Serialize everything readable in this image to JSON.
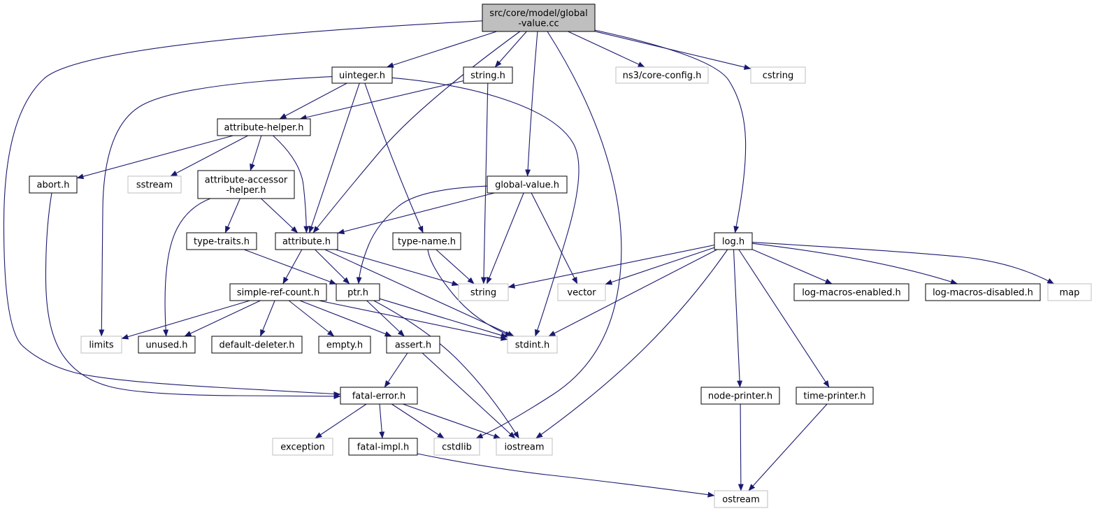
{
  "colors": {
    "edge": "#191970",
    "root_fill": "#bfbfbf",
    "internal_border": "#000000",
    "external_border": "#bfbfbf",
    "external_text": "#404040"
  },
  "nodes": [
    {
      "id": "global-value-cc",
      "lines": [
        "src/core/model/global",
        "-value.cc"
      ],
      "kind": "root"
    },
    {
      "id": "uinteger-h",
      "lines": [
        "uinteger.h"
      ],
      "kind": "internal"
    },
    {
      "id": "string-h",
      "lines": [
        "string.h"
      ],
      "kind": "internal"
    },
    {
      "id": "ns3-core-config-h",
      "lines": [
        "ns3/core-config.h"
      ],
      "kind": "external"
    },
    {
      "id": "cstring",
      "lines": [
        "cstring"
      ],
      "kind": "external"
    },
    {
      "id": "attribute-helper-h",
      "lines": [
        "attribute-helper.h"
      ],
      "kind": "internal"
    },
    {
      "id": "abort-h",
      "lines": [
        "abort.h"
      ],
      "kind": "internal"
    },
    {
      "id": "sstream",
      "lines": [
        "sstream"
      ],
      "kind": "external"
    },
    {
      "id": "attribute-accessor-helper-h",
      "lines": [
        "attribute-accessor",
        "-helper.h"
      ],
      "kind": "internal"
    },
    {
      "id": "global-value-h",
      "lines": [
        "global-value.h"
      ],
      "kind": "internal"
    },
    {
      "id": "type-traits-h",
      "lines": [
        "type-traits.h"
      ],
      "kind": "internal"
    },
    {
      "id": "attribute-h",
      "lines": [
        "attribute.h"
      ],
      "kind": "internal"
    },
    {
      "id": "type-name-h",
      "lines": [
        "type-name.h"
      ],
      "kind": "internal"
    },
    {
      "id": "log-h",
      "lines": [
        "log.h"
      ],
      "kind": "internal"
    },
    {
      "id": "simple-ref-count-h",
      "lines": [
        "simple-ref-count.h"
      ],
      "kind": "internal"
    },
    {
      "id": "ptr-h",
      "lines": [
        "ptr.h"
      ],
      "kind": "internal"
    },
    {
      "id": "string",
      "lines": [
        "string"
      ],
      "kind": "external"
    },
    {
      "id": "vector",
      "lines": [
        "vector"
      ],
      "kind": "external"
    },
    {
      "id": "log-macros-enabled-h",
      "lines": [
        "log-macros-enabled.h"
      ],
      "kind": "internal"
    },
    {
      "id": "log-macros-disabled-h",
      "lines": [
        "log-macros-disabled.h"
      ],
      "kind": "internal"
    },
    {
      "id": "map",
      "lines": [
        "map"
      ],
      "kind": "external"
    },
    {
      "id": "limits",
      "lines": [
        "limits"
      ],
      "kind": "external"
    },
    {
      "id": "unused-h",
      "lines": [
        "unused.h"
      ],
      "kind": "internal"
    },
    {
      "id": "default-deleter-h",
      "lines": [
        "default-deleter.h"
      ],
      "kind": "internal"
    },
    {
      "id": "empty-h",
      "lines": [
        "empty.h"
      ],
      "kind": "internal"
    },
    {
      "id": "assert-h",
      "lines": [
        "assert.h"
      ],
      "kind": "internal"
    },
    {
      "id": "stdint-h",
      "lines": [
        "stdint.h"
      ],
      "kind": "external"
    },
    {
      "id": "fatal-error-h",
      "lines": [
        "fatal-error.h"
      ],
      "kind": "internal"
    },
    {
      "id": "node-printer-h",
      "lines": [
        "node-printer.h"
      ],
      "kind": "internal"
    },
    {
      "id": "time-printer-h",
      "lines": [
        "time-printer.h"
      ],
      "kind": "internal"
    },
    {
      "id": "exception",
      "lines": [
        "exception"
      ],
      "kind": "external"
    },
    {
      "id": "fatal-impl-h",
      "lines": [
        "fatal-impl.h"
      ],
      "kind": "internal"
    },
    {
      "id": "cstdlib",
      "lines": [
        "cstdlib"
      ],
      "kind": "external"
    },
    {
      "id": "iostream",
      "lines": [
        "iostream"
      ],
      "kind": "external"
    },
    {
      "id": "ostream",
      "lines": [
        "ostream"
      ],
      "kind": "external"
    }
  ],
  "edges": [
    [
      "global-value-cc",
      "uinteger-h"
    ],
    [
      "global-value-cc",
      "string-h"
    ],
    [
      "global-value-cc",
      "ns3-core-config-h"
    ],
    [
      "global-value-cc",
      "cstring"
    ],
    [
      "global-value-cc",
      "attribute-h"
    ],
    [
      "global-value-cc",
      "global-value-h"
    ],
    [
      "global-value-cc",
      "log-h"
    ],
    [
      "global-value-cc",
      "cstdlib"
    ],
    [
      "global-value-cc",
      "fatal-error-h"
    ],
    [
      "uinteger-h",
      "attribute-helper-h"
    ],
    [
      "uinteger-h",
      "attribute-h"
    ],
    [
      "uinteger-h",
      "type-name-h"
    ],
    [
      "uinteger-h",
      "limits"
    ],
    [
      "uinteger-h",
      "stdint-h"
    ],
    [
      "string-h",
      "attribute-helper-h"
    ],
    [
      "string-h",
      "string"
    ],
    [
      "attribute-helper-h",
      "abort-h"
    ],
    [
      "attribute-helper-h",
      "sstream"
    ],
    [
      "attribute-helper-h",
      "attribute-accessor-helper-h"
    ],
    [
      "attribute-helper-h",
      "attribute-h"
    ],
    [
      "abort-h",
      "fatal-error-h"
    ],
    [
      "attribute-accessor-helper-h",
      "type-traits-h"
    ],
    [
      "attribute-accessor-helper-h",
      "attribute-h"
    ],
    [
      "attribute-accessor-helper-h",
      "unused-h"
    ],
    [
      "global-value-h",
      "attribute-h"
    ],
    [
      "global-value-h",
      "ptr-h"
    ],
    [
      "global-value-h",
      "string"
    ],
    [
      "global-value-h",
      "vector"
    ],
    [
      "type-traits-h",
      "ptr-h"
    ],
    [
      "attribute-h",
      "simple-ref-count-h"
    ],
    [
      "attribute-h",
      "ptr-h"
    ],
    [
      "attribute-h",
      "string"
    ],
    [
      "attribute-h",
      "stdint-h"
    ],
    [
      "type-name-h",
      "string"
    ],
    [
      "type-name-h",
      "stdint-h"
    ],
    [
      "log-h",
      "string"
    ],
    [
      "log-h",
      "vector"
    ],
    [
      "log-h",
      "stdint-h"
    ],
    [
      "log-h",
      "log-macros-enabled-h"
    ],
    [
      "log-h",
      "log-macros-disabled-h"
    ],
    [
      "log-h",
      "map"
    ],
    [
      "log-h",
      "iostream"
    ],
    [
      "log-h",
      "node-printer-h"
    ],
    [
      "log-h",
      "time-printer-h"
    ],
    [
      "simple-ref-count-h",
      "limits"
    ],
    [
      "simple-ref-count-h",
      "unused-h"
    ],
    [
      "simple-ref-count-h",
      "default-deleter-h"
    ],
    [
      "simple-ref-count-h",
      "empty-h"
    ],
    [
      "simple-ref-count-h",
      "assert-h"
    ],
    [
      "simple-ref-count-h",
      "stdint-h"
    ],
    [
      "ptr-h",
      "assert-h"
    ],
    [
      "ptr-h",
      "iostream"
    ],
    [
      "ptr-h",
      "stdint-h"
    ],
    [
      "assert-h",
      "fatal-error-h"
    ],
    [
      "assert-h",
      "iostream"
    ],
    [
      "fatal-error-h",
      "exception"
    ],
    [
      "fatal-error-h",
      "fatal-impl-h"
    ],
    [
      "fatal-error-h",
      "cstdlib"
    ],
    [
      "fatal-error-h",
      "iostream"
    ],
    [
      "fatal-impl-h",
      "ostream"
    ],
    [
      "node-printer-h",
      "ostream"
    ],
    [
      "time-printer-h",
      "ostream"
    ]
  ]
}
